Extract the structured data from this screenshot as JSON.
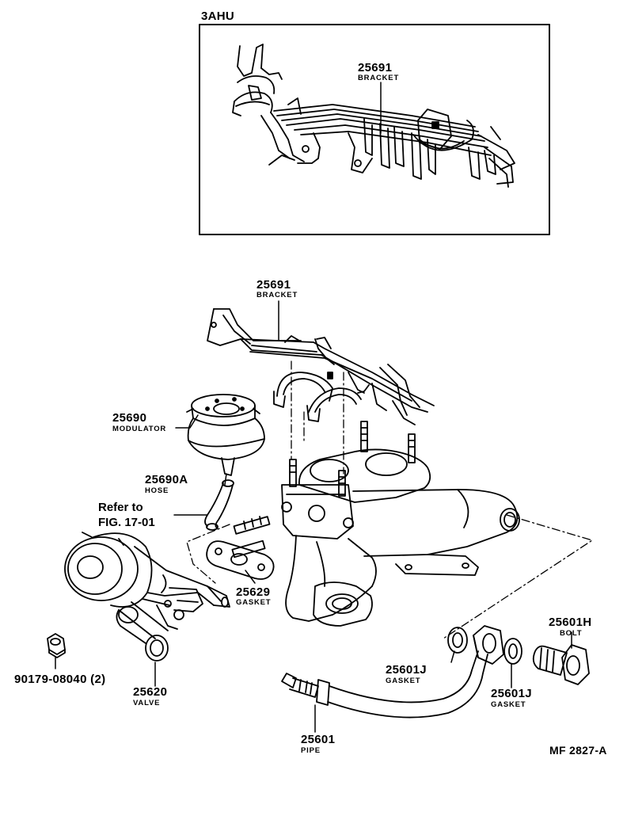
{
  "inset": {
    "title": "3AHU",
    "part": {
      "number": "25691",
      "name": "BRACKET"
    }
  },
  "parts": {
    "bracket": {
      "number": "25691",
      "name": "BRACKET"
    },
    "modulator": {
      "number": "25690",
      "name": "MODULATOR"
    },
    "hose": {
      "number": "25690A",
      "name": "HOSE"
    },
    "gasket_valve": {
      "number": "25629",
      "name": "GASKET"
    },
    "nut": {
      "number": "90179-08040 (2)"
    },
    "valve": {
      "number": "25620",
      "name": "VALVE"
    },
    "pipe": {
      "number": "25601",
      "name": "PIPE"
    },
    "gasket_1": {
      "number": "25601J",
      "name": "GASKET"
    },
    "gasket_2": {
      "number": "25601J",
      "name": "GASKET"
    },
    "bolt": {
      "number": "25601H",
      "name": "BOLT"
    }
  },
  "reference": {
    "line1": "Refer to",
    "line2": "FIG. 17-01"
  },
  "figure_code": "MF 2827-A",
  "colors": {
    "ink": "#000000",
    "paper": "#ffffff"
  }
}
